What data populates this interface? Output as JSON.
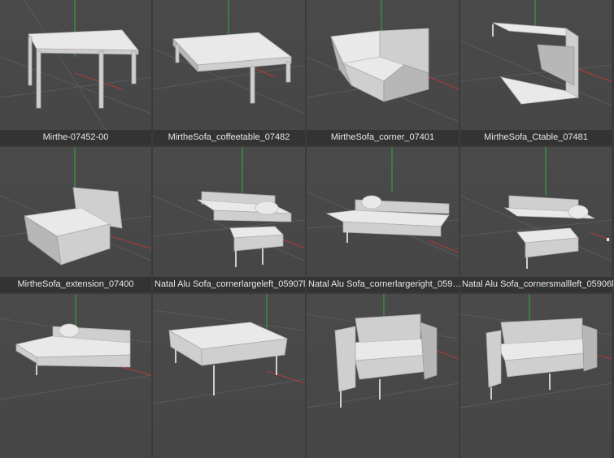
{
  "thumbnails": [
    {
      "label": "Mirthe-07452-00",
      "icon": "dining-table-model"
    },
    {
      "label": "MirtheSofa_coffeetable_07482",
      "icon": "coffee-table-model"
    },
    {
      "label": "MirtheSofa_corner_07401",
      "icon": "corner-chair-model"
    },
    {
      "label": "MirtheSofa_Ctable_07481",
      "icon": "c-table-model"
    },
    {
      "label": "MirtheSofa_extension_07400",
      "icon": "sofa-extension-model"
    },
    {
      "label": "Natal Alu Sofa_cornerlargeleft_05907l",
      "icon": "corner-sofa-left-model"
    },
    {
      "label": "Natal Alu Sofa_cornerlargeright_059…",
      "icon": "corner-sofa-right-model"
    },
    {
      "label": "Natal Alu Sofa_cornersmallleft_05906l",
      "icon": "corner-sofa-small-model"
    },
    {
      "label": "",
      "icon": "chaise-sofa-model"
    },
    {
      "label": "",
      "icon": "ottoman-model"
    },
    {
      "label": "",
      "icon": "armchair-model"
    },
    {
      "label": "",
      "icon": "loveseat-model"
    }
  ],
  "colors": {
    "background": "#3b3b3b",
    "viewport": "#4a4a4a",
    "caption_bg": "#333333",
    "caption_text": "#e8e8e8",
    "axis_y": "#2fae3a",
    "axis_x": "#b23a3a"
  }
}
